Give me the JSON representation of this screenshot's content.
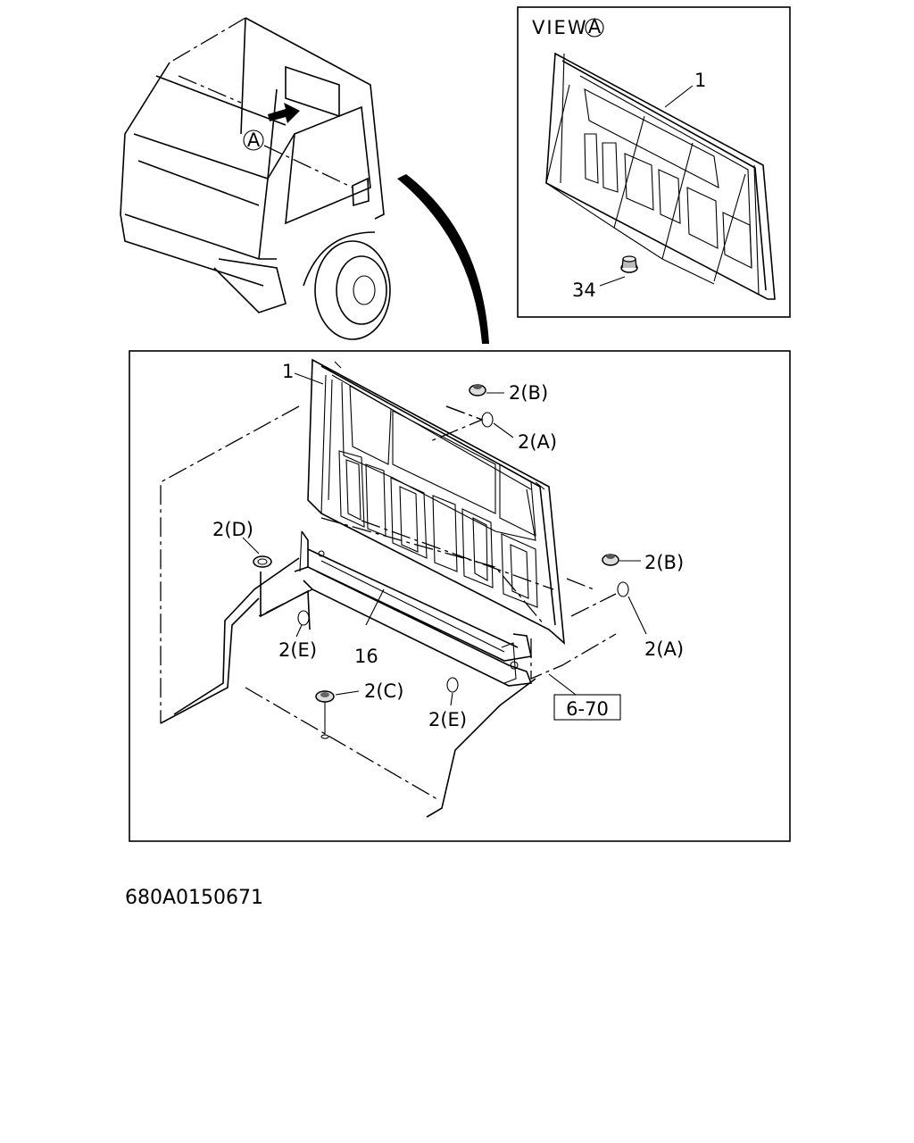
{
  "view": {
    "title_prefix": "VIEW",
    "title_marker": "A",
    "labels": {
      "panel": "1",
      "grommet": "34"
    }
  },
  "cab": {
    "view_marker": "A"
  },
  "main": {
    "labels": {
      "panel": "1",
      "cover": "16",
      "ref_box": "6-70",
      "clip_b_top": "2(B)",
      "clip_a_top": "2(A)",
      "clip_b_right": "2(B)",
      "clip_a_right": "2(A)",
      "clip_d": "2(D)",
      "clip_e_left": "2(E)",
      "clip_c": "2(C)",
      "clip_e_bottom": "2(E)"
    }
  },
  "footer": {
    "part_code": "680A0150671"
  }
}
